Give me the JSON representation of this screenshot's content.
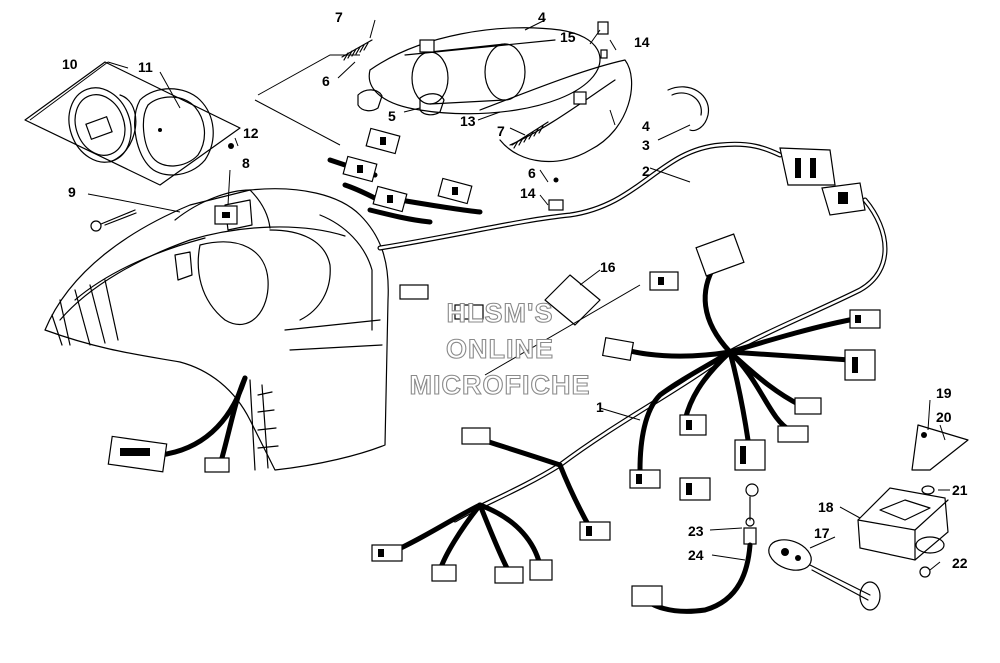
{
  "diagram": {
    "watermark_lines": [
      "HLSM'S",
      "ONLINE",
      "MICROFICHE"
    ],
    "callouts": [
      {
        "id": "c1",
        "text": "1"
      },
      {
        "id": "c2",
        "text": "2"
      },
      {
        "id": "c3",
        "text": "3"
      },
      {
        "id": "c4a",
        "text": "4"
      },
      {
        "id": "c4b",
        "text": "4"
      },
      {
        "id": "c5",
        "text": "5"
      },
      {
        "id": "c6a",
        "text": "6"
      },
      {
        "id": "c6b",
        "text": "6"
      },
      {
        "id": "c7a",
        "text": "7"
      },
      {
        "id": "c7b",
        "text": "7"
      },
      {
        "id": "c8",
        "text": "8"
      },
      {
        "id": "c9",
        "text": "9"
      },
      {
        "id": "c10",
        "text": "10"
      },
      {
        "id": "c11",
        "text": "11"
      },
      {
        "id": "c12",
        "text": "12"
      },
      {
        "id": "c13",
        "text": "13"
      },
      {
        "id": "c14a",
        "text": "14"
      },
      {
        "id": "c14b",
        "text": "14"
      },
      {
        "id": "c15",
        "text": "15"
      },
      {
        "id": "c16",
        "text": "16"
      },
      {
        "id": "c17",
        "text": "17"
      },
      {
        "id": "c18",
        "text": "18"
      },
      {
        "id": "c19",
        "text": "19"
      },
      {
        "id": "c20",
        "text": "20"
      },
      {
        "id": "c21",
        "text": "21"
      },
      {
        "id": "c22",
        "text": "22"
      },
      {
        "id": "c23",
        "text": "23"
      },
      {
        "id": "c24",
        "text": "24"
      }
    ]
  }
}
